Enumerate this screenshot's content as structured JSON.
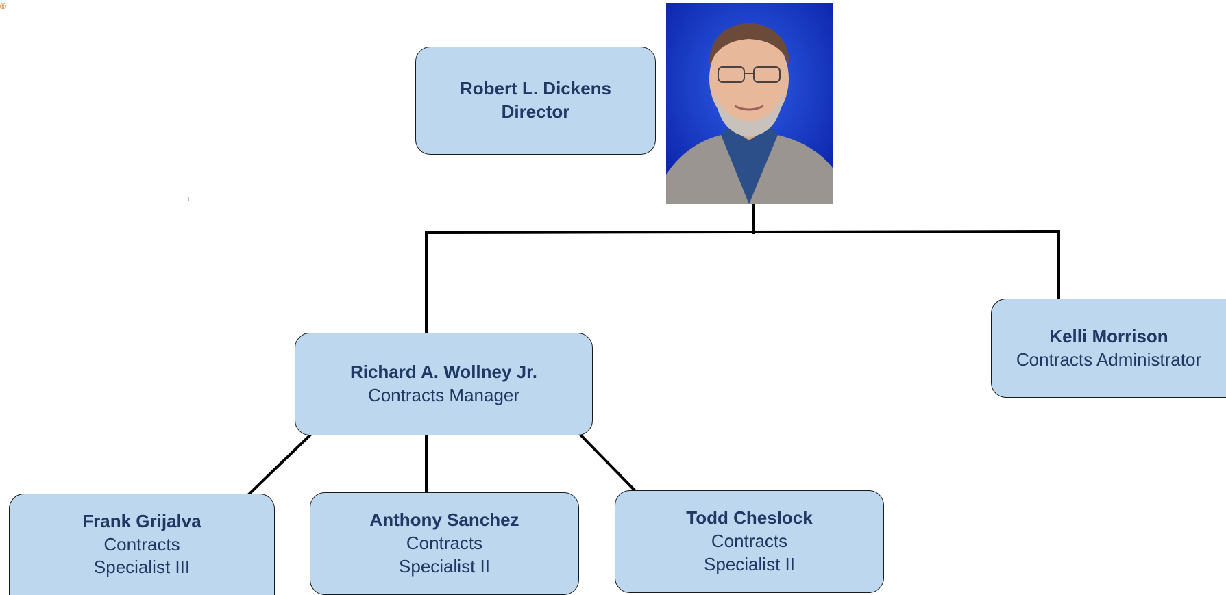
{
  "mark": "®",
  "director": {
    "name": "Robert L. Dickens",
    "title": "Director"
  },
  "manager": {
    "name": "Richard A. Wollney Jr.",
    "title": "Contracts Manager"
  },
  "administrator": {
    "name": "Kelli Morrison",
    "title": "Contracts Administrator"
  },
  "specialists": [
    {
      "name": "Frank Grijalva",
      "title_line1": "Contracts",
      "title_line2": "Specialist III"
    },
    {
      "name": "Anthony Sanchez",
      "title_line1": "Contracts",
      "title_line2": "Specialist II"
    },
    {
      "name": "Todd Cheslock",
      "title_line1": "Contracts",
      "title_line2": "Specialist II"
    }
  ],
  "colors": {
    "box_fill": "#bdd7ee",
    "text": "#1f3864",
    "line": "#000000",
    "photo_bg": "#1a3fd0"
  }
}
